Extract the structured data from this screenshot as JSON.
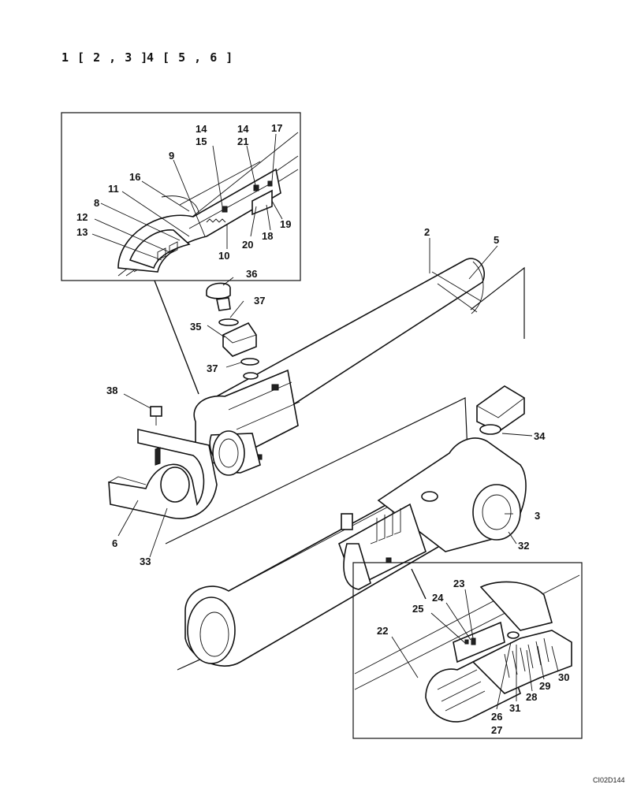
{
  "header": {
    "group_a": "1 [ 2 , 3 ]",
    "group_b": "4 [ 5 , 6 ]"
  },
  "drawing_code": "CI02D144",
  "callouts": [
    "2",
    "3",
    "5",
    "6",
    "8",
    "9",
    "10",
    "11",
    "12",
    "13",
    "14",
    "15",
    "14",
    "21",
    "16",
    "17",
    "18",
    "19",
    "20",
    "22",
    "23",
    "24",
    "25",
    "26",
    "27",
    "28",
    "29",
    "30",
    "31",
    "32",
    "33",
    "34",
    "35",
    "36",
    "37",
    "37",
    "38"
  ]
}
